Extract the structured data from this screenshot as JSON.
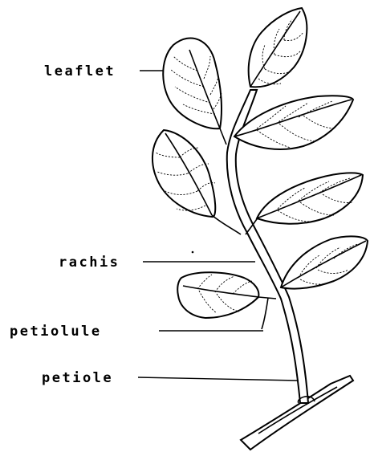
{
  "labels": {
    "leaflet": "leaflet",
    "rachis": "rachis",
    "petiolule": "petiolule",
    "petiole": "petiole"
  }
}
